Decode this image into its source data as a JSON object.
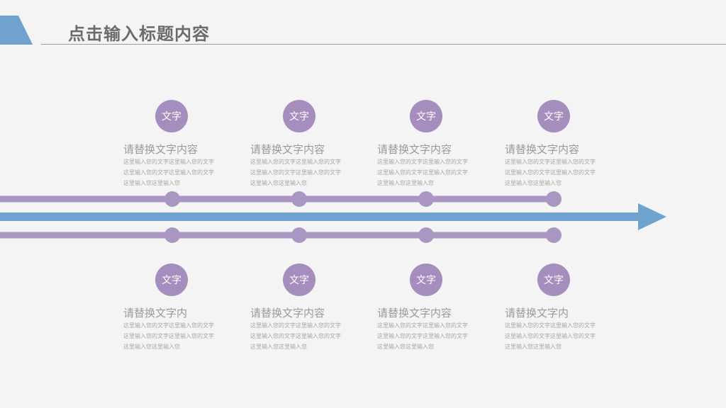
{
  "header": {
    "title": "点击输入标题内容"
  },
  "colors": {
    "accent_purple": "#a58ebe",
    "accent_blue": "#6fa2cf",
    "line_purple": "#a996c2"
  },
  "badge_label": "文字",
  "top_cards": [
    {
      "title": "请替换文字内容",
      "lines": [
        "这里输入您的文字这里输入您的文字",
        "这里输入您的文字这里输入您的文字",
        "这里输入您这里输入您"
      ]
    },
    {
      "title": "请替换文字内容",
      "lines": [
        "这里输入您的文字这里输入您的文字",
        "这里输入您的文字这里输入您的文字",
        "这里输入您这里输入您"
      ]
    },
    {
      "title": "请替换文字内容",
      "lines": [
        "这里输入您的文字这里输入您的文字",
        "这里输入您的文字这里输入您的文字",
        "这里输入您这里输入您"
      ]
    },
    {
      "title": "请替换文字内容",
      "lines": [
        "这里输入您的文字这里输入您的文字",
        "这里输入您的文字这里输入您的文字",
        "这里输入您这里输入您"
      ]
    }
  ],
  "bottom_cards": [
    {
      "title": "请替换文字内",
      "lines": [
        "这里输入您的文字这里输入您的文字",
        "这里输入您的文字这里输入您的文字",
        "这里输入您这里输入您"
      ]
    },
    {
      "title": "请替换文字内容",
      "lines": [
        "这里输入您的文字这里输入您的文字",
        "这里输入您的文字这里输入您的文字",
        "这里输入您这里输入您"
      ]
    },
    {
      "title": "请替换文字内容",
      "lines": [
        "这里输入您的文字这里输入您的文字",
        "这里输入您的文字这里输入您的文字",
        "这里输入您这里输入您"
      ]
    },
    {
      "title": "请替换文字内",
      "lines": [
        "这里输入您的文字这里输入您的文字",
        "这里输入您的文字这里输入您的文字",
        "这里输入您这里输入您"
      ]
    }
  ]
}
